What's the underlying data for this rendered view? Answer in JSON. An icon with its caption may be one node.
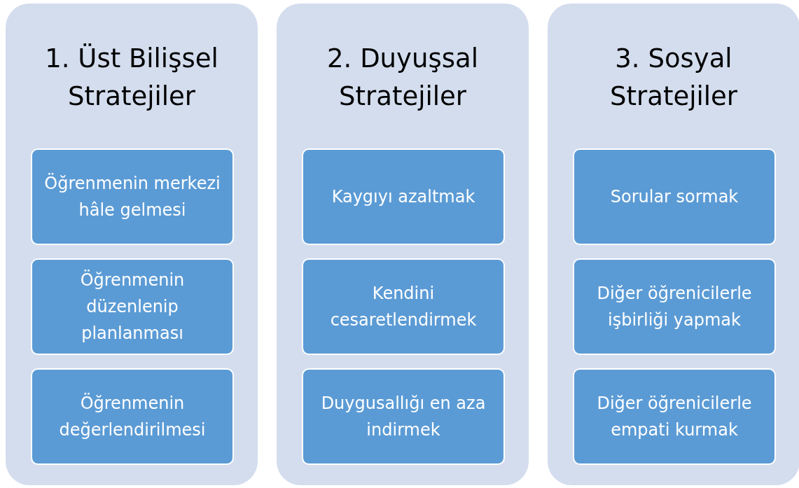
{
  "diagram": {
    "nodes": [
      {
        "text": [
          "1. Üst Bilişsel Stratejiler"
        ]
      },
      {
        "text": [
          "Öğrenmenin merkezi hâle gelmesi"
        ],
        "in": 0
      },
      {
        "text": [
          "Öğrenmenin düzenlenip planlanması"
        ],
        "in": 0
      },
      {
        "text": [
          "Öğrenmenin değerlendirilmesi"
        ],
        "in": 0
      },
      {
        "text": [
          "2. Duyuşsal Stratejiler"
        ]
      },
      {
        "text": [
          "Kaygıyı azaltmak"
        ],
        "in": 4
      },
      {
        "text": [
          "Kendini cesaretlendirmek"
        ],
        "in": 4
      },
      {
        "text": [
          "Duygusallığı en aza indirmek"
        ],
        "in": 4
      },
      {
        "text": [
          "3. Sosyal Stratejiler"
        ]
      },
      {
        "text": [
          "Sorular sormak"
        ],
        "in": 8
      },
      {
        "text": [
          "Diğer öğrenicilerle işbirliği yapmak"
        ],
        "in": 8
      },
      {
        "text": [
          "Diğer öğrenicilerle empati kurmak"
        ],
        "in": 8
      }
    ]
  }
}
